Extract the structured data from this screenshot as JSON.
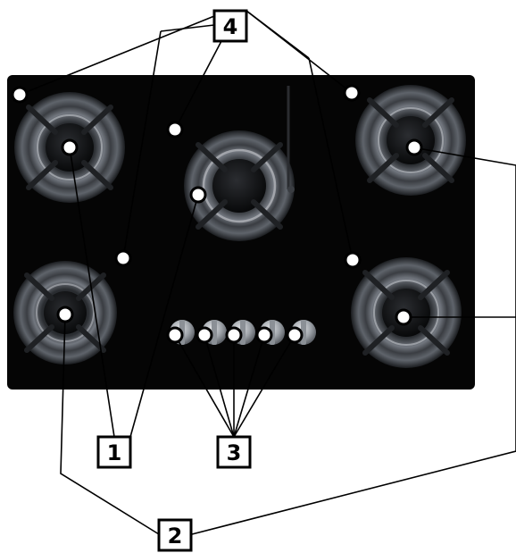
{
  "diagram": {
    "colors": {
      "background": "#ffffff",
      "hob_surface": "#050505",
      "burner_ring": "#5b5f66",
      "burner_ring_dark": "#25282c",
      "burner_highlight": "#c9ccd1",
      "knob": "#b7bbc0",
      "marker_fill": "#ffffff",
      "marker_stroke": "#000000",
      "line": "#000000"
    },
    "callouts": [
      {
        "id": "label-1",
        "number": "1"
      },
      {
        "id": "label-2",
        "number": "2"
      },
      {
        "id": "label-3",
        "number": "3"
      },
      {
        "id": "label-4",
        "number": "4"
      }
    ]
  }
}
